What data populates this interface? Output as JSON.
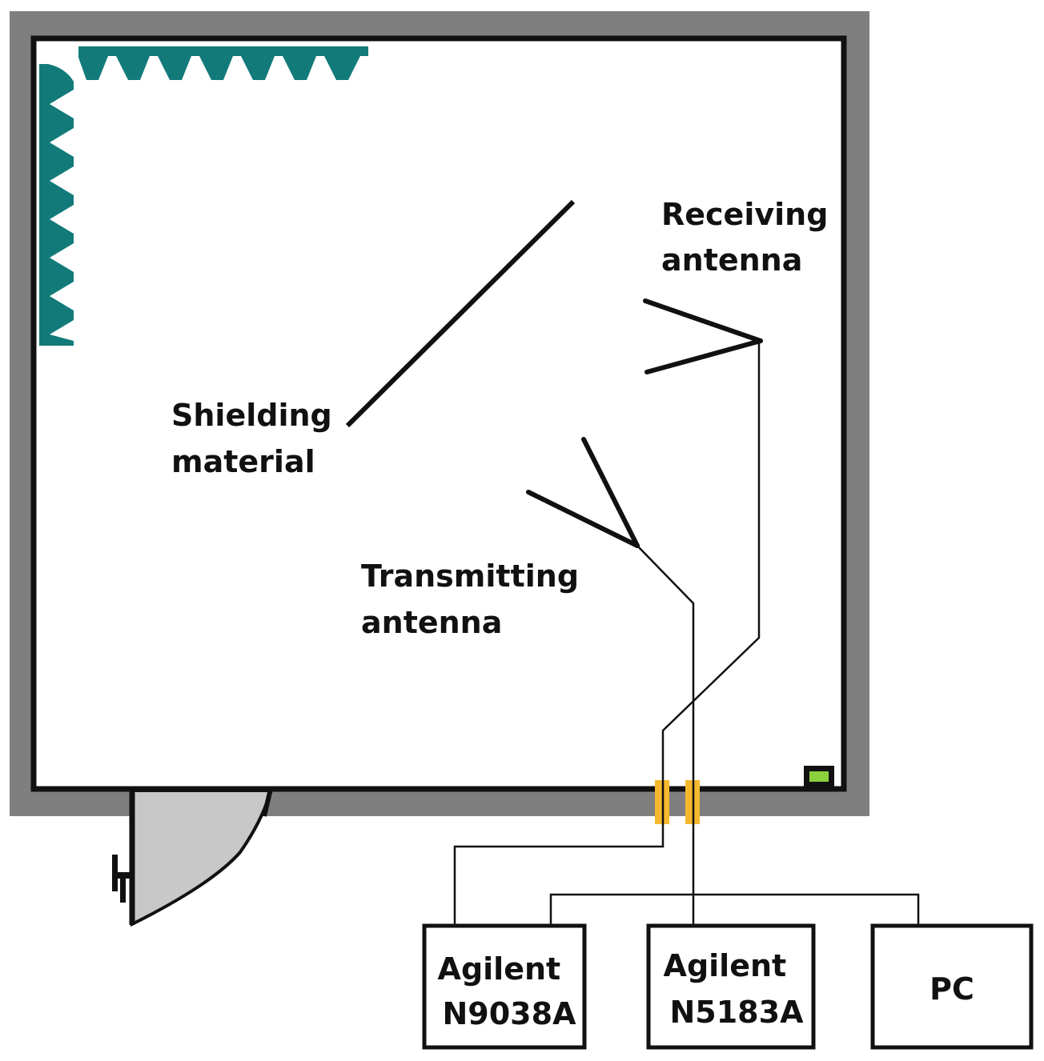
{
  "labels": {
    "receiving_line1": "Receiving",
    "receiving_line2": "antenna",
    "shielding_line1": "Shielding",
    "shielding_line2": "material",
    "transmitting_line1": "Transmitting",
    "transmitting_line2": "antenna"
  },
  "devices": [
    {
      "line1": "Agilent",
      "line2": "N9038A"
    },
    {
      "line1": "Agilent",
      "line2": "N5183A"
    },
    {
      "line1": "PC",
      "line2": ""
    }
  ],
  "colors": {
    "chamber_wall": "#7f7f7f",
    "absorber": "#137a7a",
    "door": "#c8c8c8",
    "feedthrough": "#f5b82e",
    "indicator": "#8ad13c",
    "line": "#111111"
  },
  "icons": {
    "absorber": "pyramidal-absorber-icon",
    "door": "door-icon",
    "indicator": "status-light-icon",
    "feedthrough": "cable-feedthrough-icon"
  }
}
